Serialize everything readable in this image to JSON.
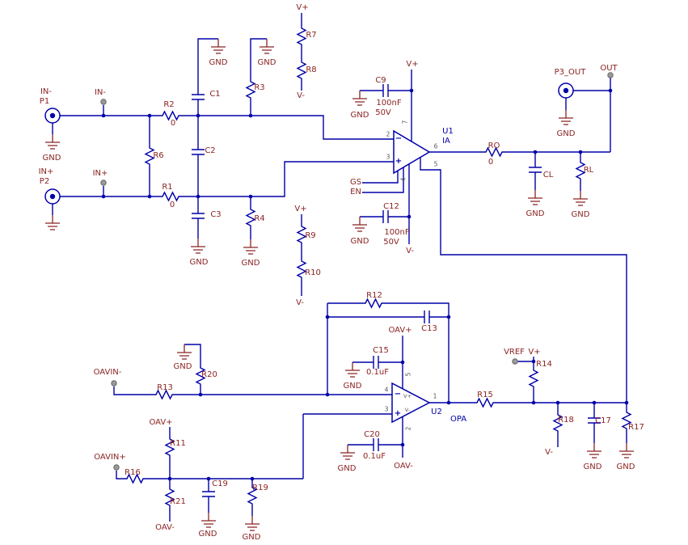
{
  "schematic": {
    "nets": {
      "gnd": "GND",
      "vplus": "V+",
      "vminus": "V-",
      "oav_plus": "OAV+",
      "oav_minus": "OAV-"
    },
    "terminals": {
      "in_minus": "IN-",
      "in_plus": "IN+",
      "out": "OUT",
      "vref": "VREF",
      "oavin_minus": "OAVIN-",
      "oavin_plus": "OAVIN+"
    },
    "ports": {
      "p1": "P1",
      "p2": "P2",
      "p3": "P3_OUT"
    },
    "control": {
      "gs": "GS",
      "en": "EN"
    },
    "components": {
      "r1": {
        "ref": "R1",
        "value": "0"
      },
      "r2": {
        "ref": "R2",
        "value": "0"
      },
      "r3": {
        "ref": "R3"
      },
      "r4": {
        "ref": "R4"
      },
      "r6": {
        "ref": "R6"
      },
      "r7": {
        "ref": "R7"
      },
      "r8": {
        "ref": "R8"
      },
      "r9": {
        "ref": "R9"
      },
      "r10": {
        "ref": "R10"
      },
      "r11": {
        "ref": "R11"
      },
      "r12": {
        "ref": "R12"
      },
      "r13": {
        "ref": "R13"
      },
      "r14": {
        "ref": "R14"
      },
      "r15": {
        "ref": "R15"
      },
      "r16": {
        "ref": "R16"
      },
      "r17": {
        "ref": "R17"
      },
      "r18": {
        "ref": "R18"
      },
      "r19": {
        "ref": "R19"
      },
      "r20": {
        "ref": "R20"
      },
      "r21": {
        "ref": "R21"
      },
      "ro": {
        "ref": "RO",
        "value": "0"
      },
      "rl": {
        "ref": "RL"
      },
      "cl": {
        "ref": "CL"
      },
      "c1": {
        "ref": "C1"
      },
      "c2": {
        "ref": "C2"
      },
      "c3": {
        "ref": "C3"
      },
      "c9": {
        "ref": "C9",
        "value": "100nF",
        "voltage": "50V"
      },
      "c12": {
        "ref": "C12",
        "value": "100nF",
        "voltage": "50V"
      },
      "c13": {
        "ref": "C13"
      },
      "c15": {
        "ref": "C15",
        "value": "0.1uF"
      },
      "c17": {
        "ref": "C17"
      },
      "c19": {
        "ref": "C19"
      },
      "c20": {
        "ref": "C20",
        "value": "0.1uF"
      },
      "u1": {
        "ref": "U1",
        "part": "IA"
      },
      "u2": {
        "ref": "U2",
        "part": "OPA"
      }
    },
    "pins": {
      "u1": {
        "in_neg": "2",
        "in_pos": "3",
        "out": "6",
        "ref": "5",
        "v_plus": "7",
        "v_minus": "4"
      },
      "u2": {
        "in_neg": "4",
        "in_pos": "3",
        "out": "1",
        "v_plus": "5",
        "v_minus": "2"
      }
    },
    "opamp_marks": {
      "minus": "−",
      "plus": "+",
      "vplus": "V+",
      "vminus": "V-"
    }
  }
}
